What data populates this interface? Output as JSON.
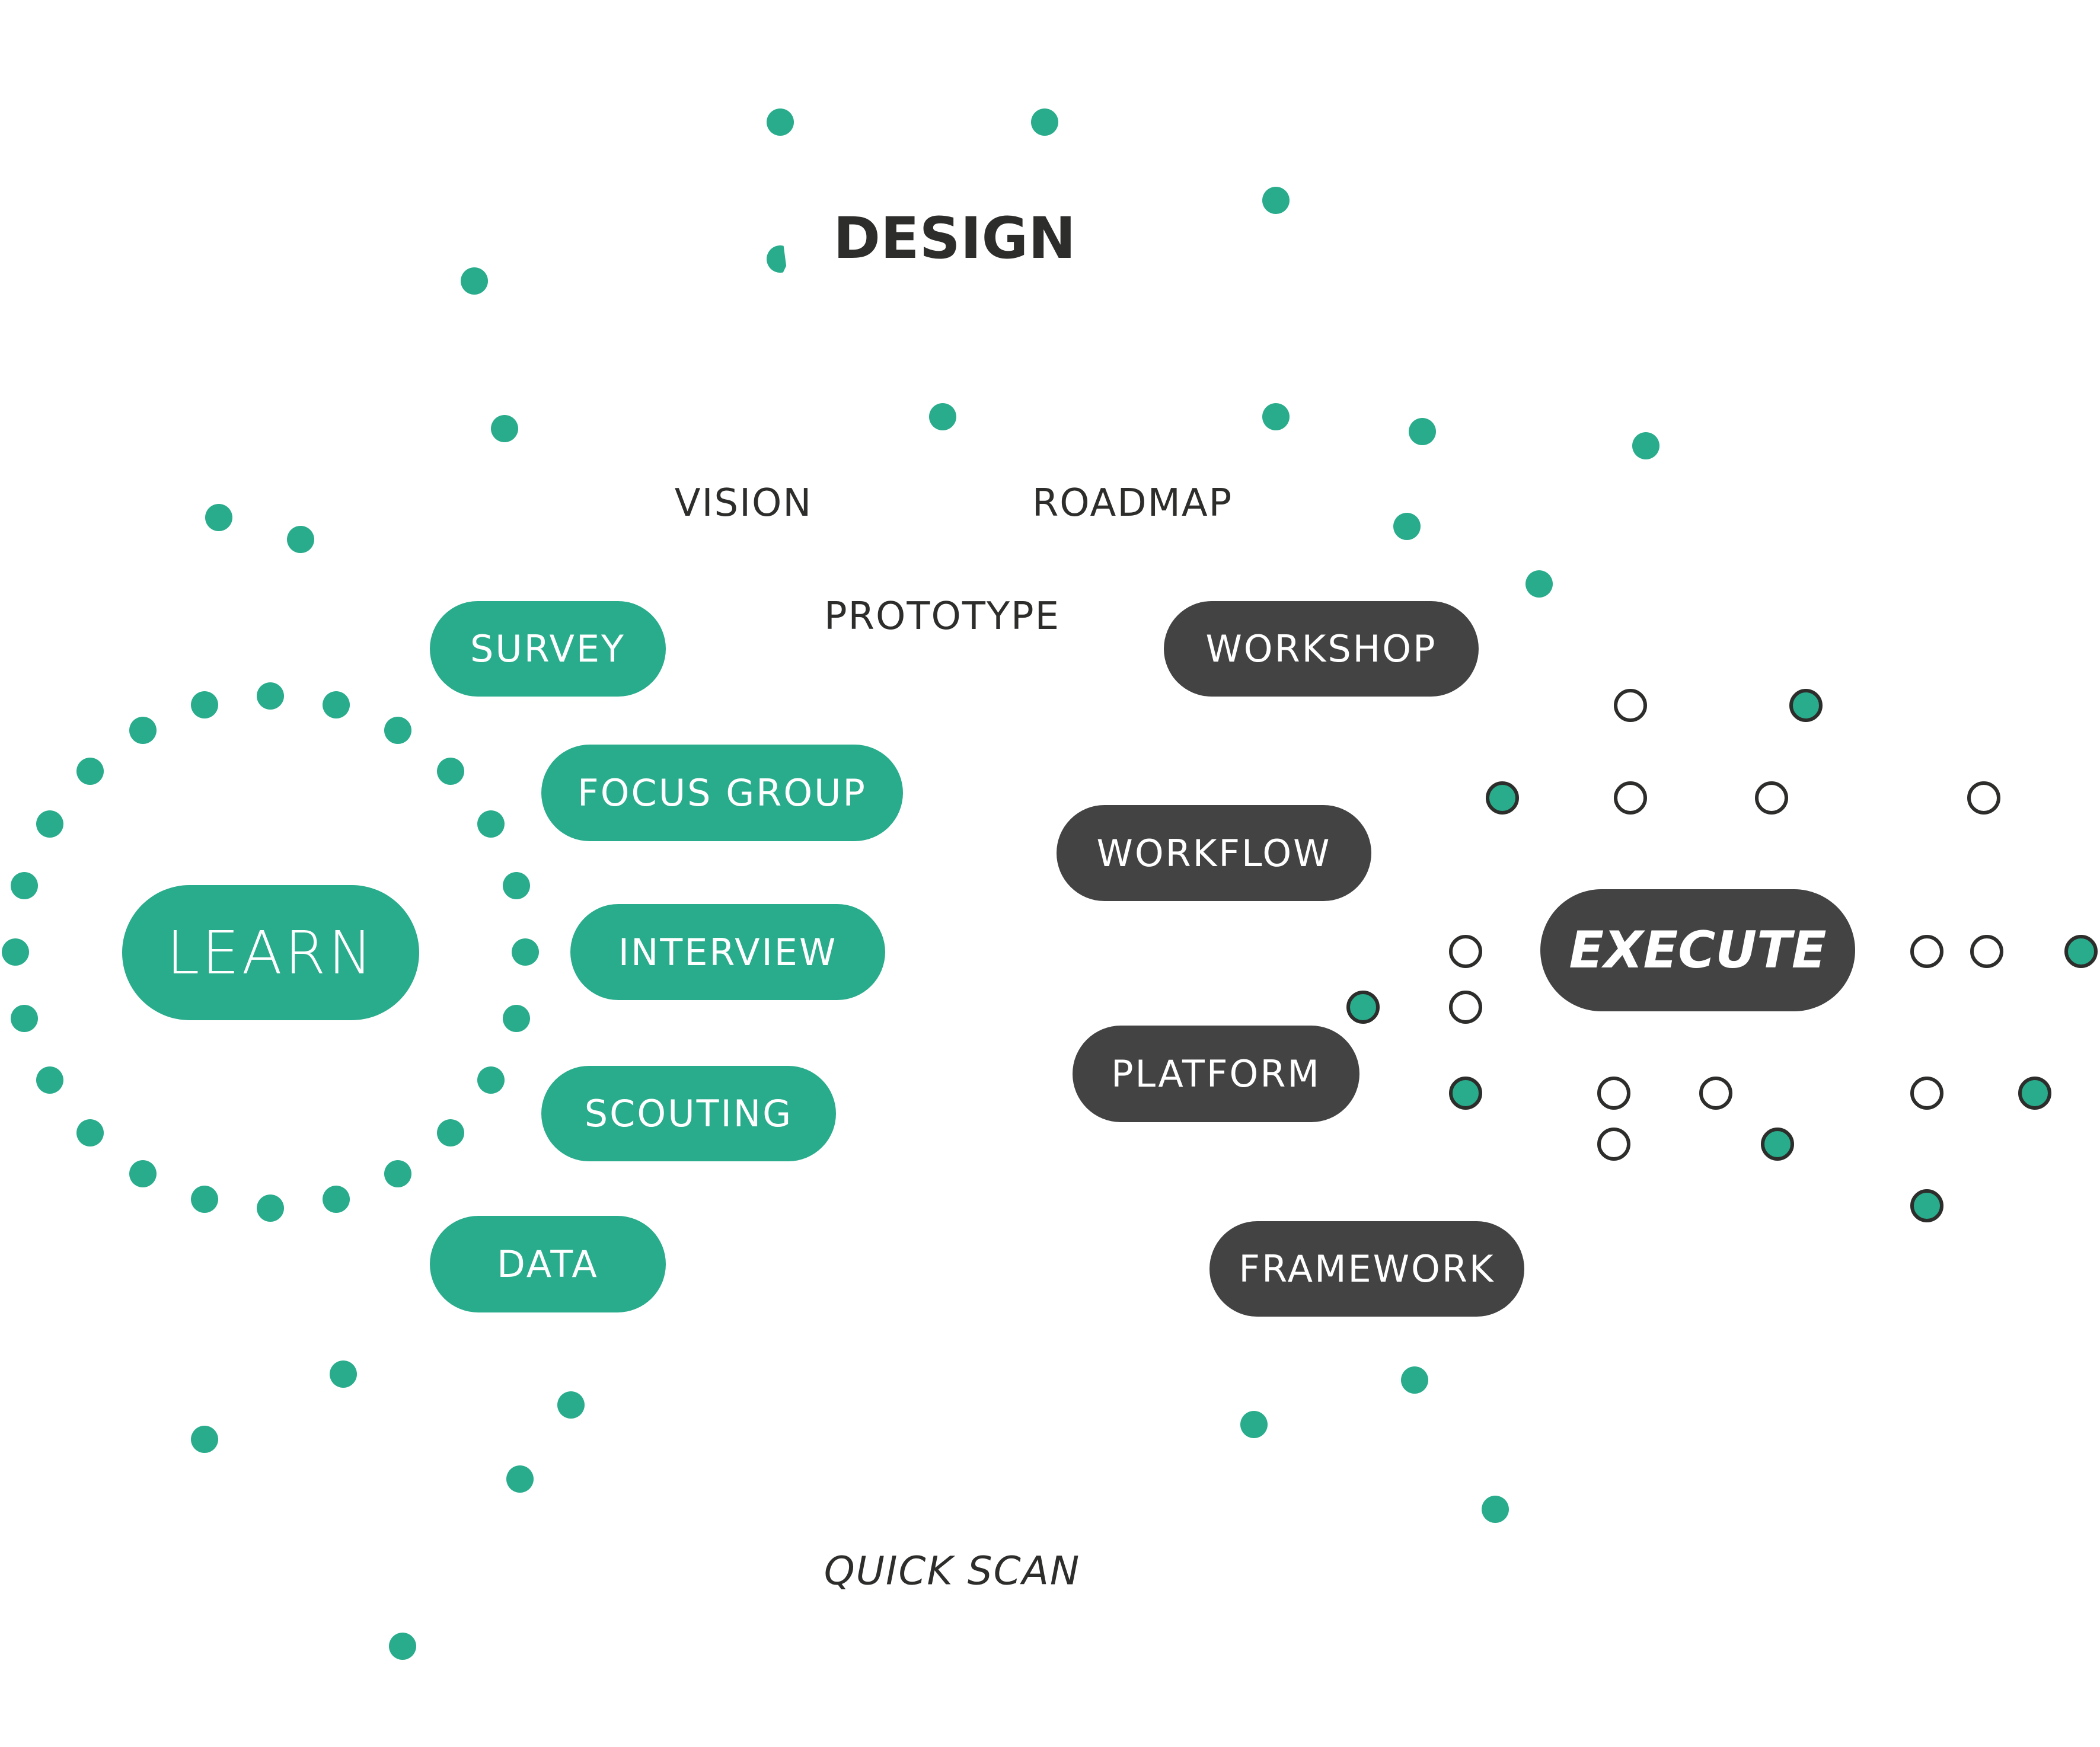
{
  "colors": {
    "teal": "#28ac8c",
    "dark_pill": "#434343",
    "text": "#2d2d2b",
    "background": "#ffffff"
  },
  "design": {
    "title": "DESIGN",
    "items": [
      "VISION",
      "ROADMAP",
      "PROTOTYPE"
    ]
  },
  "learn": {
    "title": "LEARN",
    "methods": [
      "SURVEY",
      "FOCUS GROUP",
      "INTERVIEW",
      "SCOUTING",
      "DATA"
    ]
  },
  "execute": {
    "title": "EXECUTE",
    "items": [
      "WORKSHOP",
      "WORKFLOW",
      "PLATFORM",
      "FRAMEWORK"
    ]
  },
  "footer": {
    "quick_scan": "QUICK SCAN"
  },
  "ring": {
    "dot_count": 24
  }
}
